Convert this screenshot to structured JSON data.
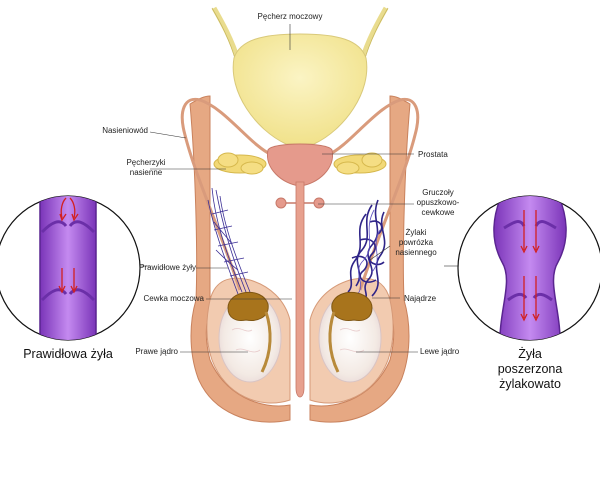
{
  "labels": {
    "bladder": "Pęcherz moczowy",
    "vas_deferens": "Nasieniowód",
    "seminal_vesicles_1": "Pęcherzyki",
    "seminal_vesicles_2": "nasienne",
    "prostate": "Prostata",
    "glands_1": "Gruczoły",
    "glands_2": "opuszkowo-",
    "glands_3": "cewkowe",
    "normal_veins": "Prawidłowe żyły",
    "varicocele_1": "Żylaki",
    "varicocele_2": "powrózka",
    "varicocele_3": "nasiennego",
    "urethra": "Cewka moczowa",
    "epididymis": "Najądrze",
    "right_testis": "Prawe jądro",
    "left_testis": "Lewe jądro"
  },
  "insets": {
    "normal_caption": "Prawidłowa żyła",
    "varicose_caption_1": "Żyła",
    "varicose_caption_2": "poszerzona",
    "varicose_caption_3": "żylakowato"
  },
  "colors": {
    "vein_purple": "#9a4fd0",
    "valve_red": "#d22020",
    "bladder_yellow": "#f7eca0",
    "prostate_pink": "#e59a8c",
    "skin": "#d6926a",
    "testis": "#f4ece4",
    "epididymis": "#a8741c",
    "varicose_veins": "#3b2e95"
  }
}
